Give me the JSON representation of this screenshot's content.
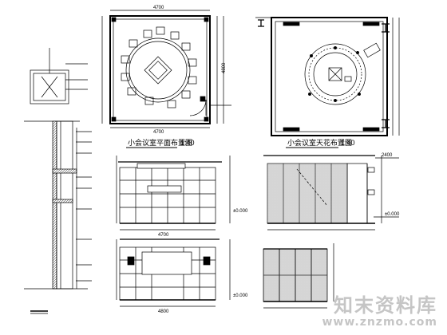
{
  "drawing": {
    "plan1_caption": "小会议室平面布置图",
    "plan1_scale": "1:40",
    "plan2_caption": "小会议室天花布置图",
    "plan2_scale": "1:40",
    "plan1_width": "4700",
    "plan1_height": "4800",
    "elev_dims": [
      "2400",
      "4700",
      "4800",
      "±0.000"
    ],
    "watermark_cn": "知末资料库",
    "watermark_url": "www.znzmo.com",
    "line_color": "#000000",
    "hatch_color": "#333333"
  }
}
